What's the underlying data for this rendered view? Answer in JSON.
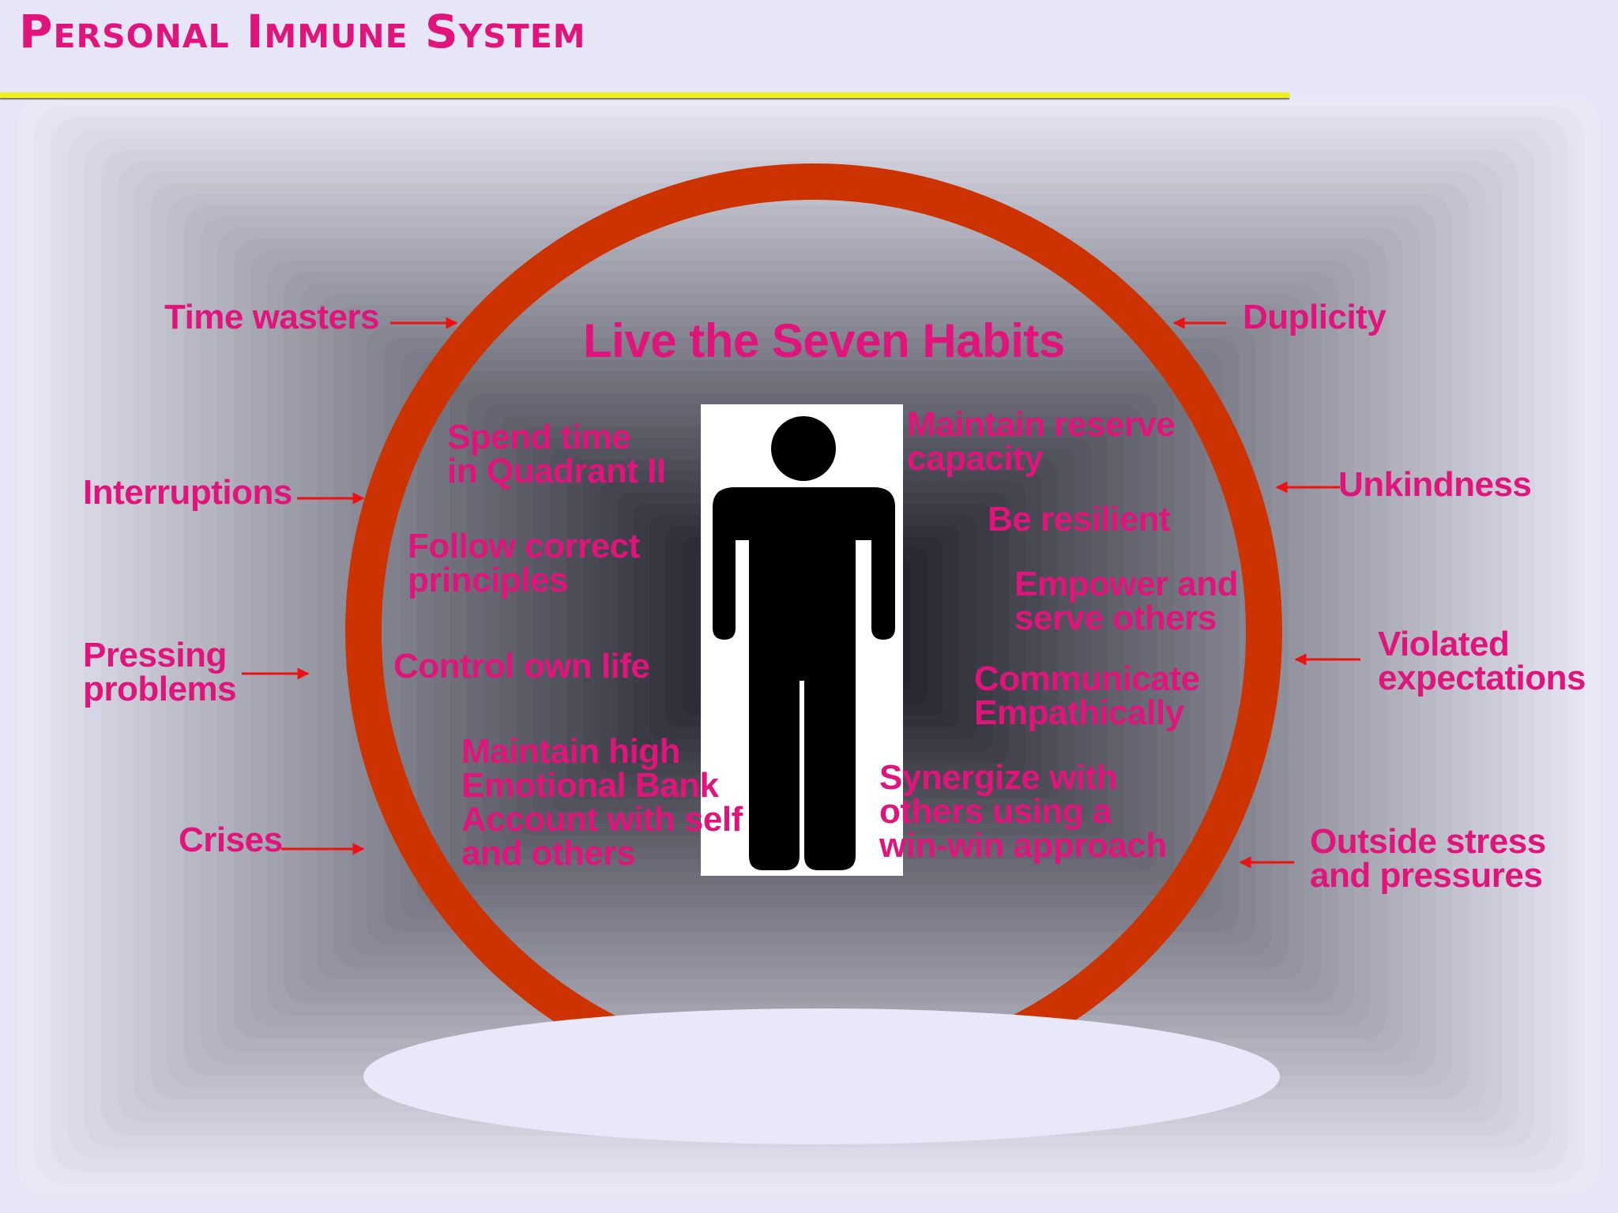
{
  "title": "Personal Immune System",
  "colors": {
    "label": "#e0147a",
    "ring": "#cc3300",
    "title_rule": "#f0f01e",
    "figure": "#000000",
    "background": "#e6e6f6"
  },
  "inner_title": "Live the Seven Habits",
  "center_icon": "person-icon",
  "habits": [
    {
      "id": "quadrant-ii",
      "text": "Spend time\nin Quadrant II"
    },
    {
      "id": "correct-principles",
      "text": "Follow correct\nprinciples"
    },
    {
      "id": "control-own-life",
      "text": "Control own life"
    },
    {
      "id": "emotional-bank",
      "text": "Maintain high\nEmotional Bank\nAccount with self\nand others"
    },
    {
      "id": "reserve-capacity",
      "text": "Maintain reserve\ncapacity"
    },
    {
      "id": "be-resilient",
      "text": "Be resilient"
    },
    {
      "id": "empower-serve",
      "text": "Empower and\nserve others"
    },
    {
      "id": "communicate",
      "text": "Communicate\nEmpathically"
    },
    {
      "id": "synergize",
      "text": "Synergize with\nothers using a\nwin-win approach"
    }
  ],
  "threats": [
    {
      "id": "time-wasters",
      "text": "Time wasters"
    },
    {
      "id": "interruptions",
      "text": "Interruptions"
    },
    {
      "id": "pressing-problems",
      "text": "Pressing\nproblems"
    },
    {
      "id": "crises",
      "text": "Crises"
    },
    {
      "id": "duplicity",
      "text": "Duplicity"
    },
    {
      "id": "unkindness",
      "text": "Unkindness"
    },
    {
      "id": "violated-expectations",
      "text": "Violated\nexpectations"
    },
    {
      "id": "outside-stress",
      "text": "Outside stress\nand pressures"
    }
  ]
}
